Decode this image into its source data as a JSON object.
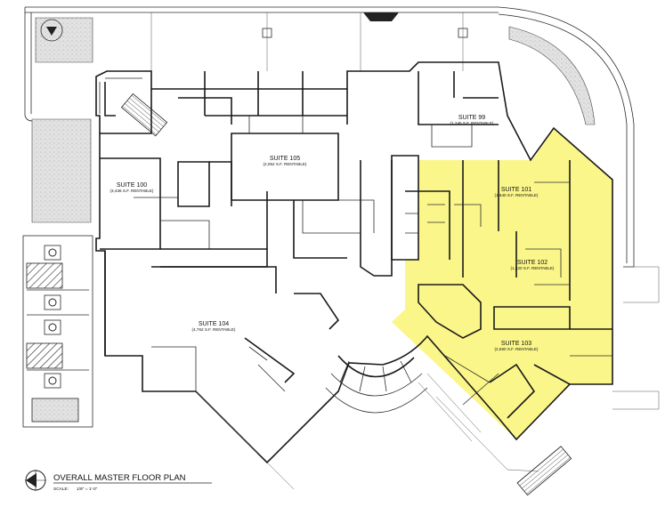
{
  "colors": {
    "highlight": "#fbf689",
    "highlight_stroke": "#d8d24a",
    "landscape": "#d9d9d9",
    "line": "#1a1a1a"
  },
  "suites": [
    {
      "id": "99",
      "name": "SUITE 99",
      "area": "(1,245 S.F. RENTABLE)",
      "highlighted": false
    },
    {
      "id": "100",
      "name": "SUITE 100",
      "area": "(3,436 S.F. RENTABLE)",
      "highlighted": false
    },
    {
      "id": "101",
      "name": "SUITE 101",
      "area": "(1,640 S.F. RENTABLE)",
      "highlighted": true
    },
    {
      "id": "102",
      "name": "SUITE 102",
      "area": "(1,420 S.F. RENTABLE)",
      "highlighted": true
    },
    {
      "id": "103",
      "name": "SUITE 103",
      "area": "(2,560 S.F. RENTABLE)",
      "highlighted": true
    },
    {
      "id": "104",
      "name": "SUITE 104",
      "area": "(4,762 S.F. RENTABLE)",
      "highlighted": false
    },
    {
      "id": "105",
      "name": "SUITE 105",
      "area": "(2,052 S.F. RENTABLE)",
      "highlighted": false
    }
  ],
  "title_block": {
    "title": "OVERALL MASTER FLOOR PLAN",
    "scale_label": "SCALE:",
    "scale_value": "1/8\" = 1'-0\""
  },
  "icons": [
    "north-arrow-icon",
    "accessible-parking-icon"
  ]
}
